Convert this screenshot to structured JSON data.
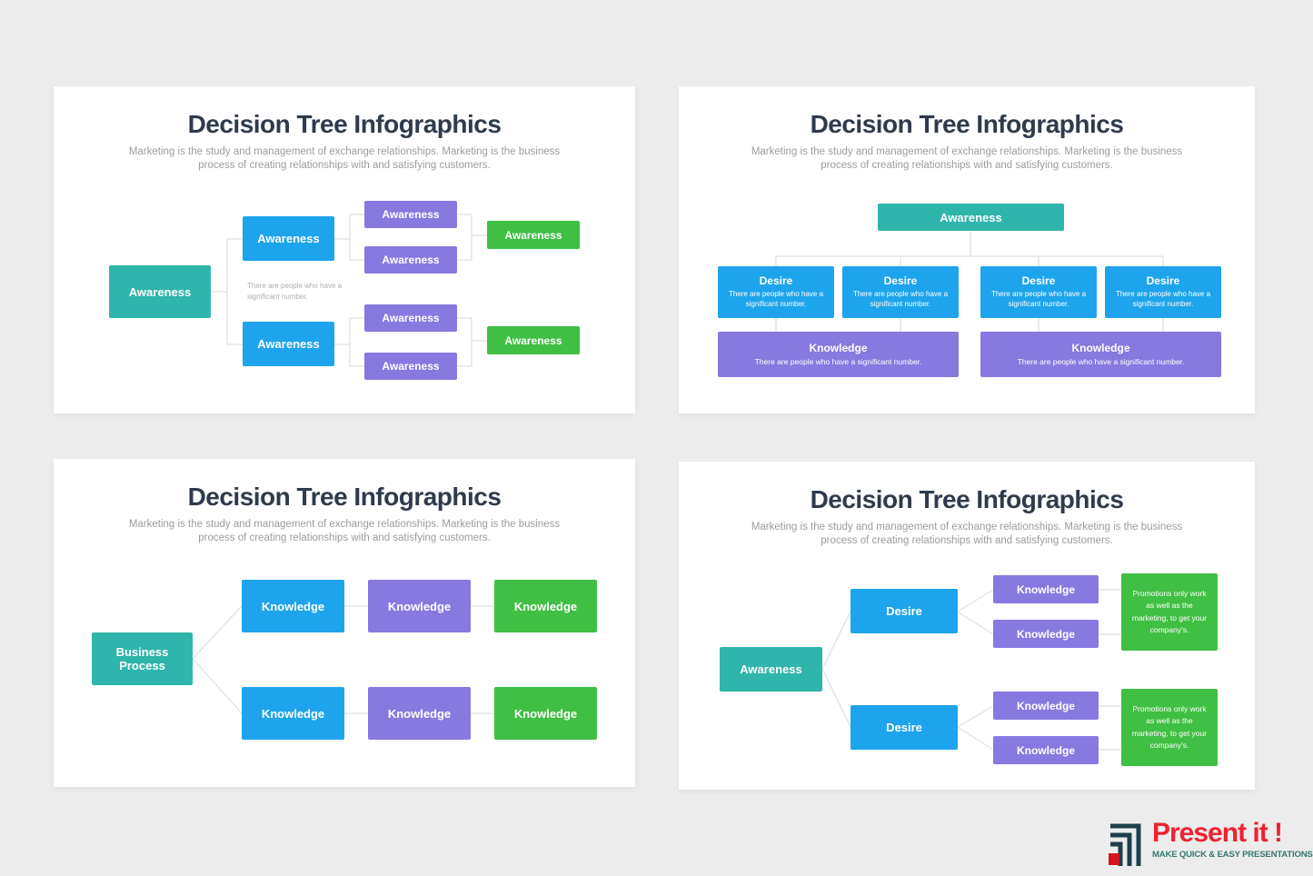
{
  "colors": {
    "background": "#ececec",
    "panel": "#ffffff",
    "title": "#2f3b4c",
    "subtitle": "#9c9c9c",
    "teal": "#2fb5ab",
    "blue": "#1ea4ec",
    "purple": "#8779e0",
    "green": "#3fbf43",
    "connector": "#e0e0e0",
    "note_grey": "#aeaeae",
    "logo_red": "#ee2230",
    "logo_icon_dark": "#1e3f4a",
    "logo_square_red": "#d6141f",
    "logo_tagline_teal": "#35786f"
  },
  "panels": [
    {
      "title": "Decision Tree Infographics",
      "subtitle": "Marketing is the study and management of exchange relationships. Marketing is the business process of creating relationships with and satisfying customers.",
      "root": "Awareness",
      "note": "There are people who have a significant number.",
      "level2": [
        "Awareness",
        "Awareness"
      ],
      "level3": [
        "Awareness",
        "Awareness",
        "Awareness",
        "Awareness"
      ],
      "level4": [
        "Awareness",
        "Awareness"
      ]
    },
    {
      "title": "Decision Tree Infographics",
      "subtitle": "Marketing is the study and management of exchange relationships. Marketing is the business process of creating relationships with and satisfying customers.",
      "root": "Awareness",
      "desires": [
        {
          "title": "Desire",
          "sub": "There are people who have a significant number."
        },
        {
          "title": "Desire",
          "sub": "There are people who have a significant number."
        },
        {
          "title": "Desire",
          "sub": "There are people who have a significant number."
        },
        {
          "title": "Desire",
          "sub": "There are people who have a significant number."
        }
      ],
      "knowledge": [
        {
          "title": "Knowledge",
          "sub": "There are people who have a significant number."
        },
        {
          "title": "Knowledge",
          "sub": "There are people who have a significant number."
        }
      ]
    },
    {
      "title": "Decision Tree Infographics",
      "subtitle": "Marketing is the study and management of exchange relationships. Marketing is the business process of creating relationships with and satisfying customers.",
      "root": "Business Process",
      "rows": [
        [
          "Knowledge",
          "Knowledge",
          "Knowledge"
        ],
        [
          "Knowledge",
          "Knowledge",
          "Knowledge"
        ]
      ]
    },
    {
      "title": "Decision Tree Infographics",
      "subtitle": "Marketing is the study and management of exchange relationships. Marketing is the business process of creating relationships with and satisfying customers.",
      "root": "Awareness",
      "desires": [
        "Desire",
        "Desire"
      ],
      "knowledge": [
        "Knowledge",
        "Knowledge",
        "Knowledge",
        "Knowledge"
      ],
      "greens": [
        "Promotions only work as well as the marketing, to get your company's.",
        "Promotions only work as well as the marketing, to get your company's."
      ]
    }
  ],
  "logo": {
    "title": "Present it !",
    "tagline": "MAKE QUICK & EASY PRESENTATIONS"
  }
}
